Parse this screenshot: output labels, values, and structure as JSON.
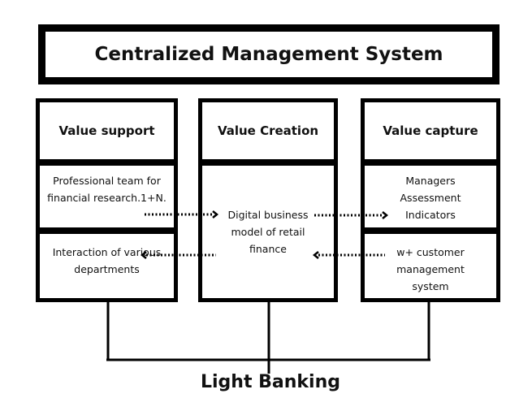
{
  "title": "Centralized Management System",
  "columns": [
    {
      "header": "Value support",
      "cells": [
        "Professional team for financial research.1+N.",
        "Interaction of various departments"
      ]
    },
    {
      "header": "Value Creation",
      "cells": [
        "Digital business model of retail finance"
      ]
    },
    {
      "header": "Value capture",
      "cells": [
        "Managers Assessment Indicators",
        "w+ customer management system"
      ]
    }
  ],
  "footer": "Light Banking"
}
